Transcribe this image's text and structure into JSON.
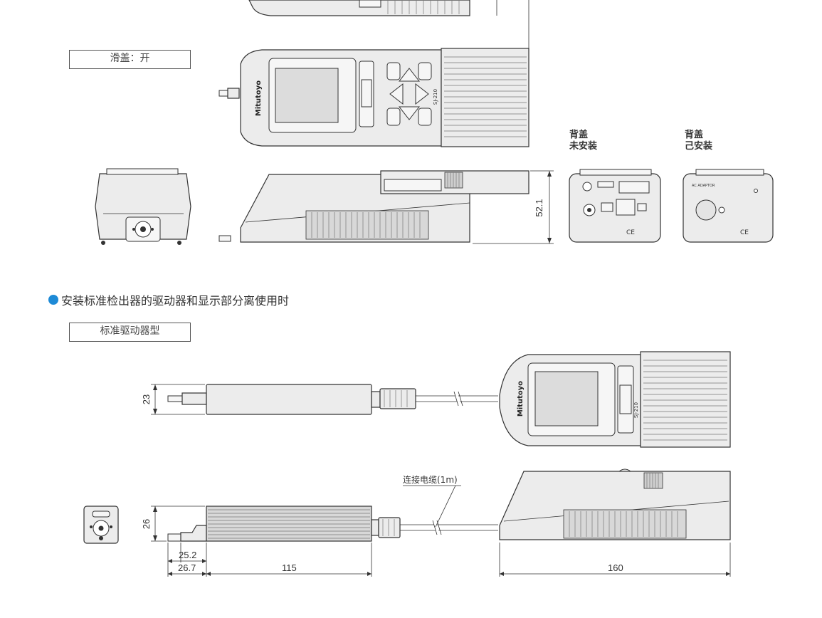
{
  "labels": {
    "slide_open": "滑盖：开",
    "back_cover_not_installed_line1": "背盖",
    "back_cover_not_installed_line2": "未安装",
    "back_cover_installed_line1": "背盖",
    "back_cover_installed_line2": "己安装",
    "section_heading": "安装标准检出器的驱动器和显示部分离使用时",
    "standard_drive_type": "标准驱动器型",
    "cable_callout": "连接电缆(1m)"
  },
  "device": {
    "brand": "Mitutoyo",
    "model": "SJ-210",
    "port_label": "AC ADAPTOR",
    "marks": "CE"
  },
  "dimensions": {
    "height_side": "52.1",
    "detector_width": "23",
    "detector_height": "26",
    "stylus_offset_a": "25.2",
    "stylus_offset_b": "26.7",
    "detector_length": "115",
    "display_length": "160"
  },
  "colors": {
    "accent_dot": "#1d8ad6",
    "device_fill": "#ececec",
    "grille_fill": "#d8d8d8"
  }
}
